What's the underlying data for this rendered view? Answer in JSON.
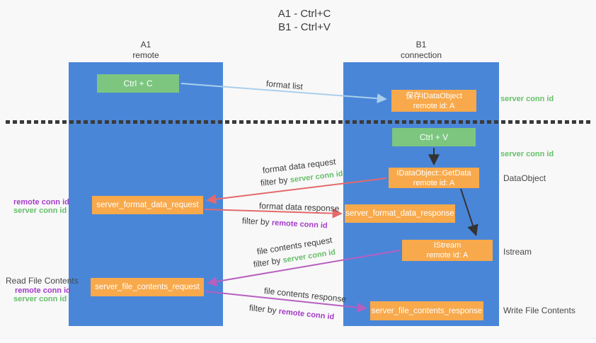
{
  "title": {
    "line1": "A1 - Ctrl+C",
    "line2": "B1 - Ctrl+V"
  },
  "lifelines": {
    "a1": {
      "name": "A1",
      "role": "remote"
    },
    "b1": {
      "name": "B1",
      "role": "connection"
    }
  },
  "boxes": {
    "ctrl_c": "Ctrl + C",
    "ctrl_v": "Ctrl + V",
    "save_idataobject_line1": "保存IDataObject",
    "save_idataobject_line2": "remote id: A",
    "getdata_line1": "IDataObject::GetData",
    "getdata_line2": "remote id: A",
    "istream_line1": "IStream",
    "istream_line2": "remote id: A",
    "format_request": "server_format_data_request",
    "format_response": "server_format_data_response",
    "file_request": "server_file_contents_request",
    "file_response": "server_file_contents_response"
  },
  "arrow_labels": {
    "format_list": "format list",
    "format_data_request": "format data request",
    "format_data_response": "format data response",
    "file_contents_request": "file contents request",
    "file_contents_response": "file contents response",
    "filter_by": "filter by",
    "server_conn_id": "server conn id",
    "remote_conn_id": "remote conn id"
  },
  "side_labels": {
    "server_conn_id": "server conn id",
    "remote_conn_id": "remote conn id",
    "dataobject": "DataObject",
    "istream": "Istream",
    "read_file_contents": "Read File Contents",
    "write_file_contents": "Write File Contents"
  },
  "colors": {
    "lifeline_blue": "#4a86d8",
    "box_green": "#7cc67f",
    "box_orange": "#f8a94b",
    "arrow_lightblue": "#a9cfec",
    "arrow_red": "#e5696a",
    "arrow_purple": "#b75fc0",
    "arrow_black": "#333333",
    "text_green": "#67bf6b",
    "text_purple": "#a53bc8"
  }
}
